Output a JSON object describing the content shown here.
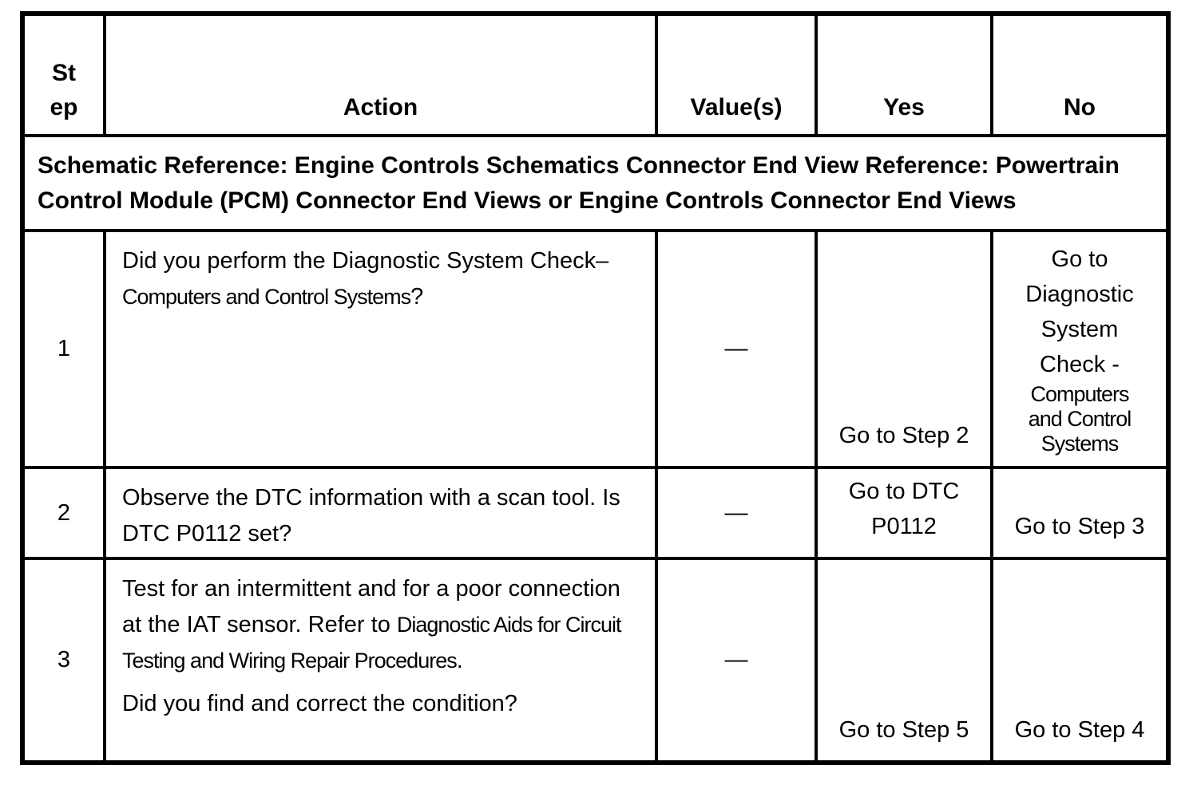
{
  "table": {
    "header": {
      "step_lines": [
        "St",
        "ep"
      ],
      "action": "Action",
      "values": "Value(s)",
      "yes": "Yes",
      "no": "No"
    },
    "schematic_note": {
      "lines": [
        "Schematic Reference: Engine Controls Schematics Connector End View Reference: Powertrain",
        "Control Module (PCM) Connector End Views or Engine Controls Connector End Views"
      ]
    },
    "rows": [
      {
        "step": "1",
        "action": {
          "text1": "Did you perform the Diagnostic System Check–",
          "ref1": "Computers and Control Systems",
          "text2": "?"
        },
        "value": "—",
        "yes": "Go to Step 2",
        "no": {
          "lead": "Go to Diagnostic System Check -",
          "ref": "Computers and Control Systems"
        }
      },
      {
        "step": "2",
        "action": {
          "text1": "Observe the DTC information with a scan tool. Is DTC P0112 set?"
        },
        "value": "—",
        "yes": "Go to DTC P0112",
        "no": "Go to Step 3"
      },
      {
        "step": "3",
        "action": {
          "text1": "Test for an intermittent and for a poor connection at the IAT sensor. Refer to ",
          "ref1": "Diagnostic Aids for Circuit Testing and Wiring Repair Procedures",
          "text2": ".",
          "question": "Did you find and correct the condition?"
        },
        "value": "—",
        "yes": "Go to Step 5",
        "no": "Go to Step 4"
      }
    ]
  }
}
